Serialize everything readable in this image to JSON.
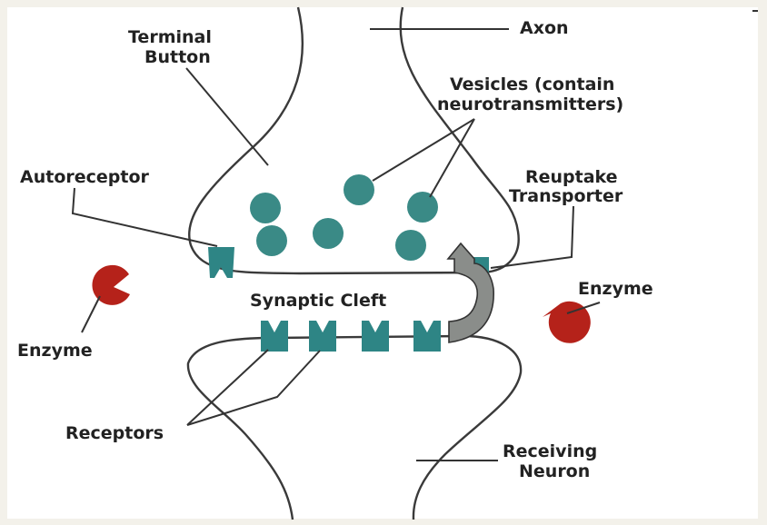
{
  "labels": {
    "axon": "Axon",
    "terminal_button_1": "Terminal",
    "terminal_button_2": "Button",
    "vesicles_1": "Vesicles (contain",
    "vesicles_2": "neurotransmitters)",
    "autoreceptor": "Autoreceptor",
    "reuptake_1": "Reuptake",
    "reuptake_2": "Transporter",
    "synaptic_cleft": "Synaptic Cleft",
    "enzyme_left": "Enzyme",
    "enzyme_right": "Enzyme",
    "receptors": "Receptors",
    "receiving_1": "Receiving",
    "receiving_2": "Neuron"
  },
  "colors": {
    "vesicle": "#3a8a86",
    "receptor": "#2e8585",
    "enzyme": "#b5221a",
    "arrow_fill": "#8a8d8a",
    "outline": "#3a3a3a",
    "background": "#f3f1ea"
  }
}
